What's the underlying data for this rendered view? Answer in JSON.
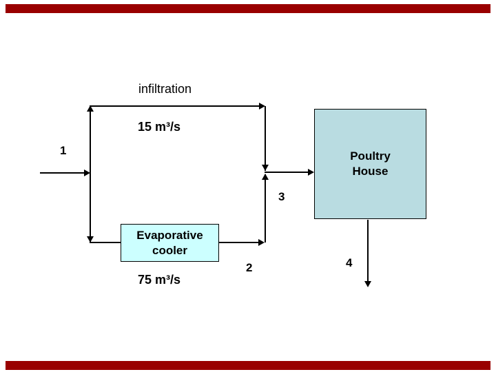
{
  "slide": {
    "background": "#ffffff",
    "accent_bar_color": "#990000"
  },
  "diagram": {
    "line_color": "#000000",
    "infiltration_label": "infiltration",
    "top_flow_rate": "15 m³/s",
    "bottom_flow_rate": "75 m³/s",
    "streams": {
      "inlet": "1",
      "cooler_outlet": "2",
      "mixed_inlet": "3",
      "outlet": "4"
    },
    "evaporative_cooler": {
      "label_line1": "Evaporative",
      "label_line2": "cooler",
      "fill": "#ccffff"
    },
    "poultry_house": {
      "label_line1": "Poultry",
      "label_line2": "House",
      "fill": "#b9dce1"
    }
  }
}
